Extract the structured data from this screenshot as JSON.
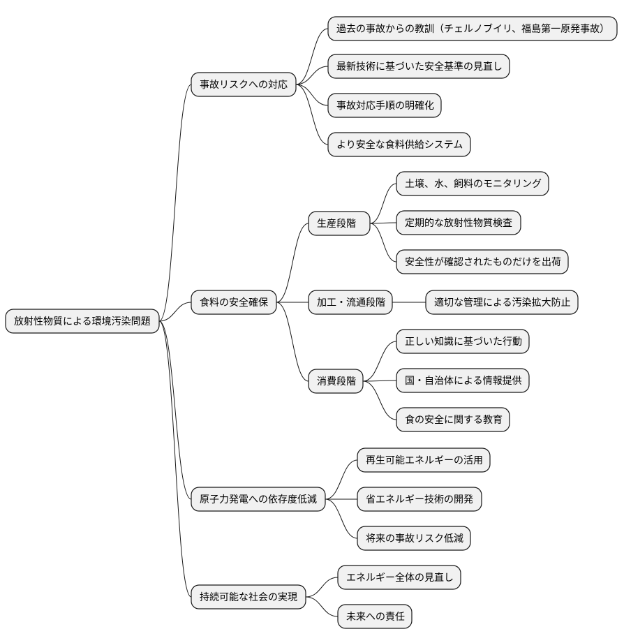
{
  "root": {
    "label": "放射性物質による環境汚染問題",
    "children": [
      {
        "label": "事故リスクへの対応",
        "children": [
          {
            "label": "過去の事故からの教訓（チェルノブイリ、福島第一原発事故）"
          },
          {
            "label": "最新技術に基づいた安全基準の見直し"
          },
          {
            "label": "事故対応手順の明確化"
          },
          {
            "label": "より安全な食料供給システム"
          }
        ]
      },
      {
        "label": "食料の安全確保",
        "children": [
          {
            "label": "生産段階",
            "children": [
              {
                "label": "土壌、水、飼料のモニタリング"
              },
              {
                "label": "定期的な放射性物質検査"
              },
              {
                "label": "安全性が確認されたものだけを出荷"
              }
            ]
          },
          {
            "label": "加工・流通段階",
            "children": [
              {
                "label": "適切な管理による汚染拡大防止"
              }
            ]
          },
          {
            "label": "消費段階",
            "children": [
              {
                "label": "正しい知識に基づいた行動"
              },
              {
                "label": "国・自治体による情報提供"
              },
              {
                "label": "食の安全に関する教育"
              }
            ]
          }
        ]
      },
      {
        "label": "原子力発電への依存度低減",
        "children": [
          {
            "label": "再生可能エネルギーの活用"
          },
          {
            "label": "省エネルギー技術の開発"
          },
          {
            "label": "将来の事故リスク低減"
          }
        ]
      },
      {
        "label": "持続可能な社会の実現",
        "children": [
          {
            "label": "エネルギー全体の見直し"
          },
          {
            "label": "未来への責任"
          }
        ]
      }
    ]
  }
}
